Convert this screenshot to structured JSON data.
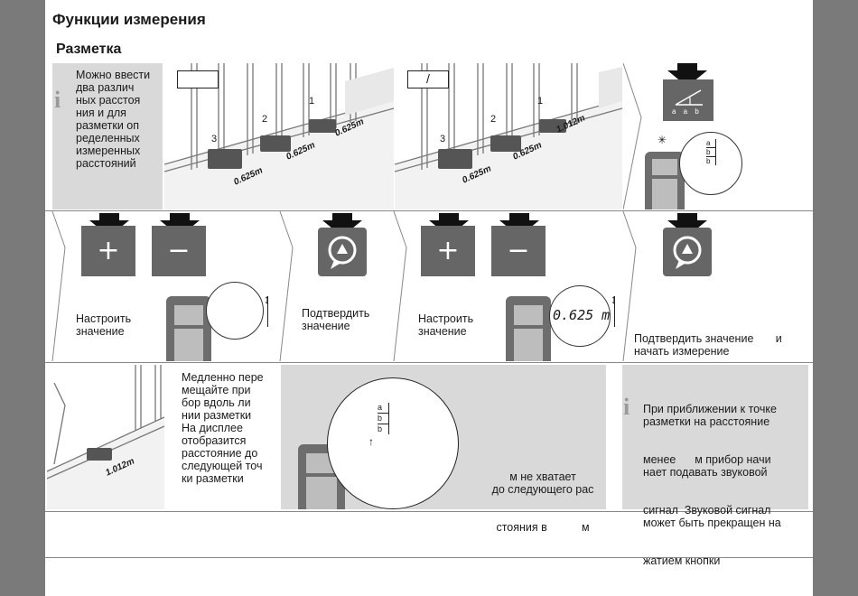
{
  "page": {
    "title": "Функции измерения",
    "subtitle": "Разметка"
  },
  "row1": {
    "info_lines": [
      "Можно ввести",
      "два различ",
      "ных расстоя",
      "ния   и   для",
      "разметки оп",
      "ределенных",
      "измеренных",
      "расстояний"
    ],
    "scene1": {
      "display": "",
      "labels": [
        "3",
        "2",
        "1"
      ],
      "measures": [
        "0.625m",
        "0.625m",
        "0.625m"
      ]
    },
    "scene2": {
      "display": "/",
      "labels": [
        "3",
        "2",
        "1"
      ],
      "measures": [
        "0.625m",
        "0.625m",
        "1.012m"
      ]
    },
    "device_panel": {
      "marks": [
        "a",
        "b",
        "b"
      ],
      "scale_text": "a a b"
    }
  },
  "row2": {
    "panel1": {
      "plus": "+",
      "minus": "−",
      "caption": [
        "Настроить",
        "значение"
      ]
    },
    "panel2": {
      "caption": [
        "Подтвердить",
        "значение"
      ]
    },
    "panel3": {
      "plus": "+",
      "minus": "−",
      "caption": [
        "Настроить",
        "значение"
      ],
      "display_value": "0.625 m"
    },
    "panel4": {
      "caption": [
        "Подтвердить значение       и",
        "начать измерение"
      ]
    }
  },
  "row3": {
    "scene": {
      "measure": "1.012m"
    },
    "step_lines": [
      "Медленно пере",
      "мещайте при",
      "бор вдоль ли",
      "нии разметки",
      "На дисплее",
      "отобразится",
      "расстояние до",
      "следующей точ",
      "ки разметки"
    ],
    "display_marks": [
      "a",
      "b",
      "b"
    ],
    "remain_lines": [
      "м не хватает",
      "до следующего рас",
      "стояния в           м"
    ],
    "info_lines": [
      "При приближении к точке",
      "разметки на расстояние",
      "менее      м прибор начи",
      "нает подавать звуковой",
      "сигнал  Звуковой сигнал",
      "может быть прекращен на",
      "жатием кнопки"
    ],
    "info_icon": "i"
  },
  "row1_info_icon": "i"
}
